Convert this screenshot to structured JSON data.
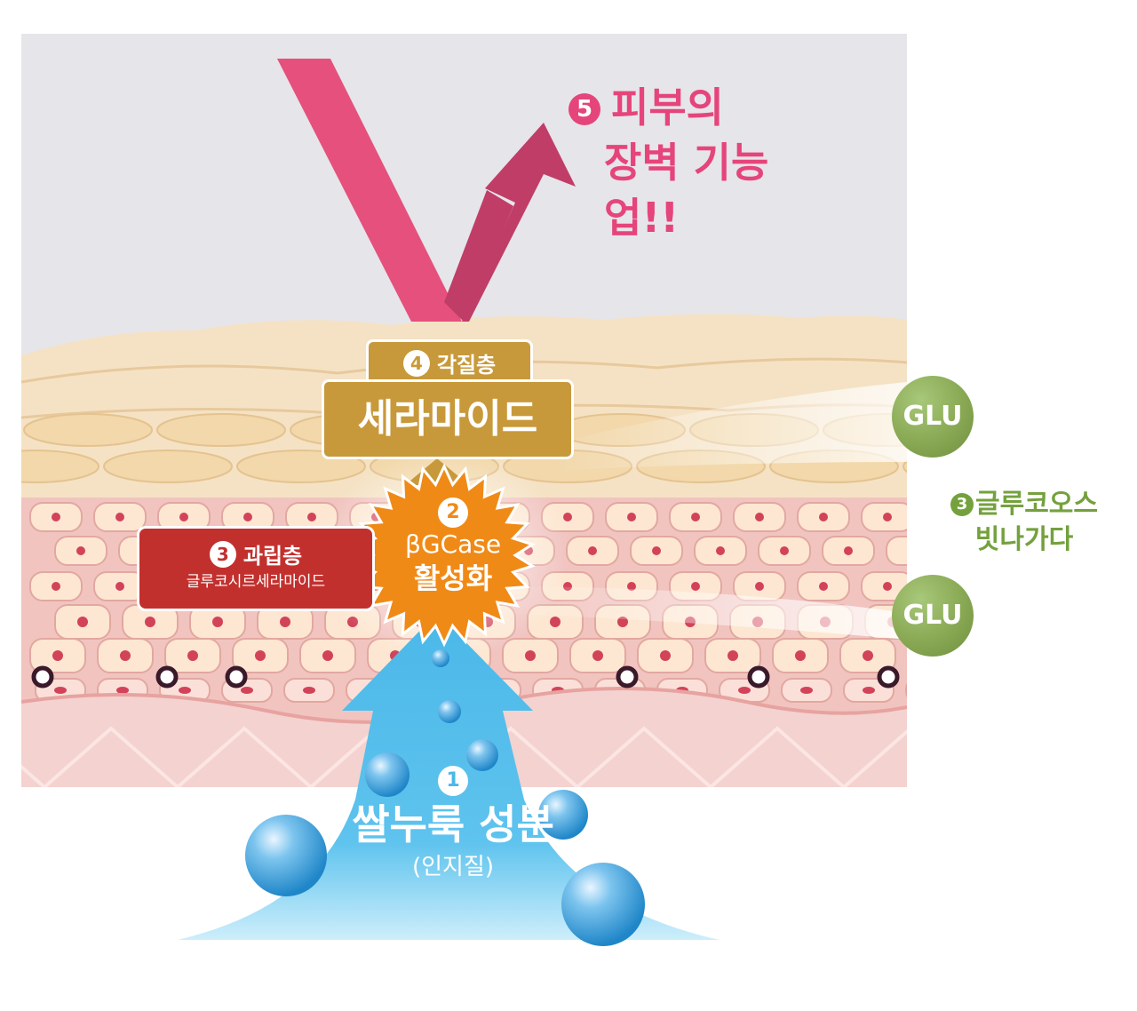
{
  "step5": {
    "number": "5",
    "lines": [
      "피부의",
      "장벽 기능",
      "업!!"
    ]
  },
  "step4": {
    "number": "4",
    "layer": "각질층",
    "product": "세라마이드"
  },
  "step3_layer": {
    "number": "3",
    "layer": "과립층",
    "product": "글루코시르세라마이드"
  },
  "step2": {
    "number": "2",
    "enzyme": "βGCase",
    "action": "활성화"
  },
  "step1": {
    "number": "1",
    "ingredient": "쌀누룩 성분",
    "sub": "(인지질)"
  },
  "glucose": {
    "number": "3",
    "line1": "글루코오스",
    "line2": "빗나가다",
    "badge_top": "GLU",
    "badge_bottom": "GLU"
  },
  "colors": {
    "pink": "#e5457a",
    "pink_dark": "#c03d68",
    "gold": "#c8993a",
    "red": "#c2302e",
    "orange": "#f08a16",
    "blue": "#4bb8e8",
    "green": "#74a13d",
    "sky": "#e6e5ea",
    "skin_top": "#f5e2c4",
    "skin_pink": "#f1c4c0"
  }
}
